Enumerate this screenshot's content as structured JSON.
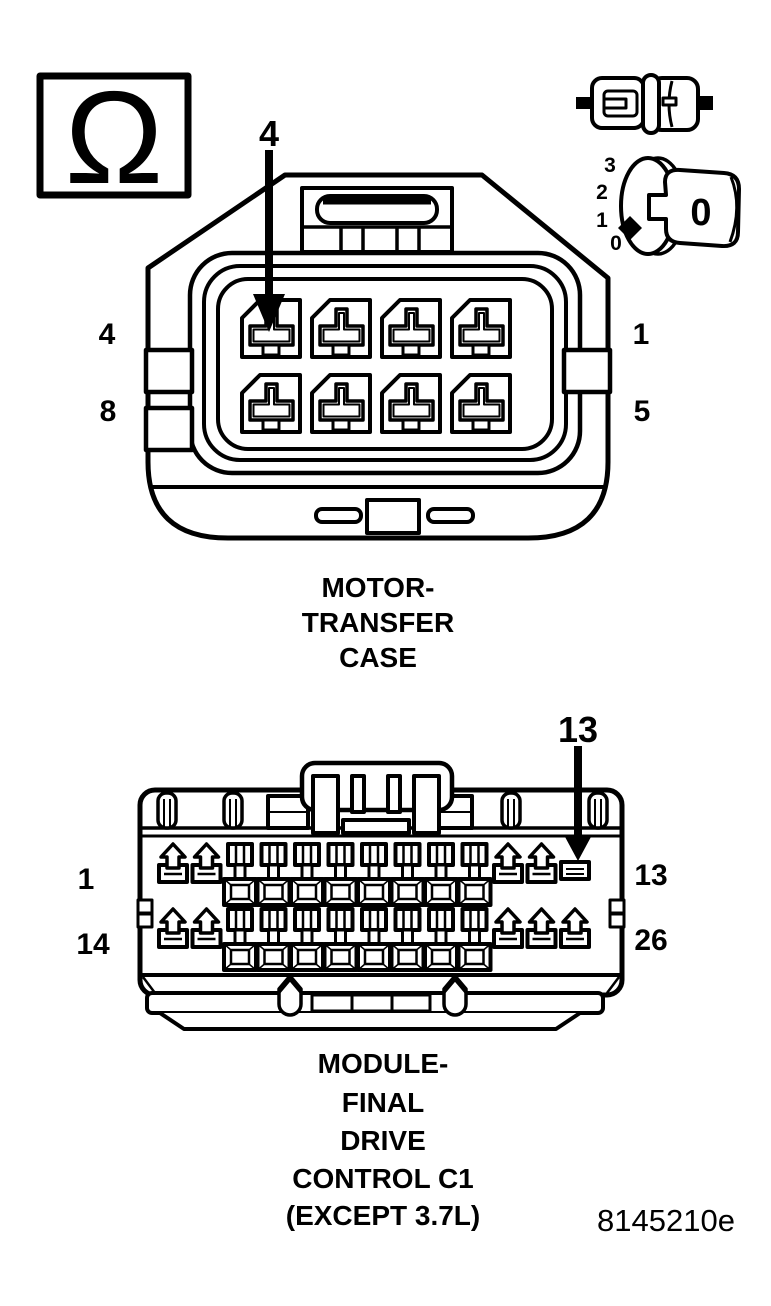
{
  "background": "#ffffff",
  "line_color": "#000000",
  "ohmmeter": {
    "symbol": "Ω"
  },
  "selector_dial": {
    "scale_labels": [
      "3",
      "2",
      "1",
      "0"
    ],
    "knob_label": "0"
  },
  "top_connector": {
    "name": "MOTOR-TRANSFER CASE",
    "callout_pin": "4",
    "pin_labels": {
      "top_left": "4",
      "top_right": "1",
      "bottom_left": "8",
      "bottom_right": "5"
    },
    "caption": [
      "MOTOR-",
      "TRANSFER",
      "CASE"
    ],
    "rows": 2,
    "pins_per_row": 4
  },
  "bottom_connector": {
    "name": "MODULE-FINAL DRIVE CONTROL C1 (EXCEPT 3.7L)",
    "callout_pin": "13",
    "pin_labels": {
      "top_left": "1",
      "top_right": "13",
      "bottom_left": "14",
      "bottom_right": "26"
    },
    "caption": [
      "MODULE-",
      "FINAL",
      "DRIVE",
      "CONTROL C1",
      "(EXCEPT 3.7L)"
    ],
    "rows": 2,
    "pins_per_row": 13
  },
  "figure_id": "8145210e"
}
